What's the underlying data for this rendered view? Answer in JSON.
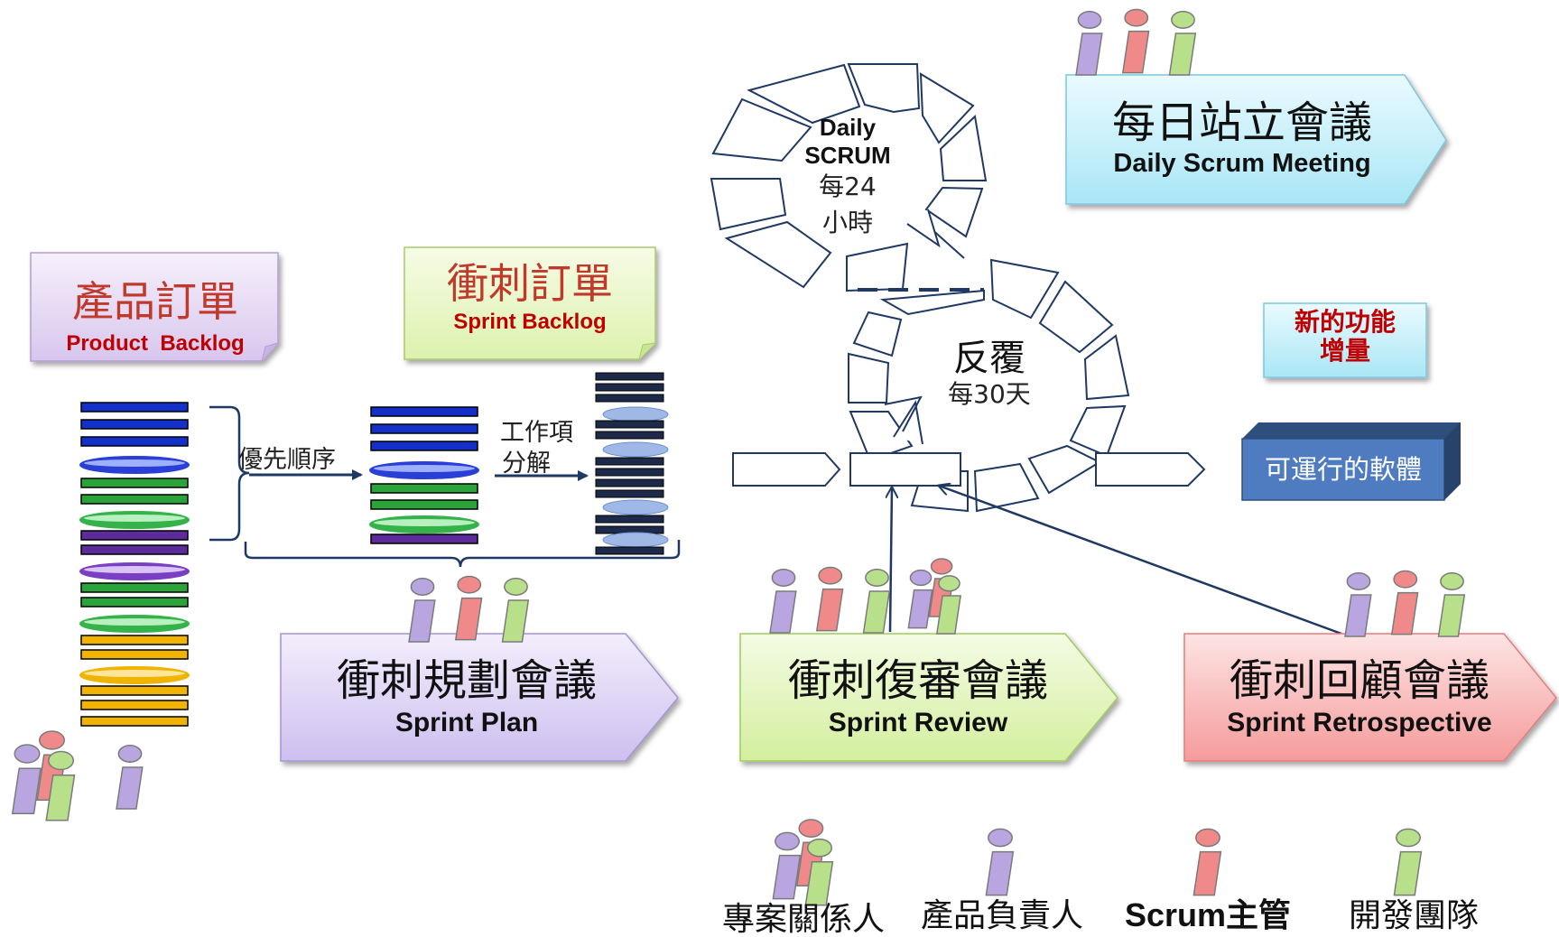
{
  "product_backlog": {
    "title": "產品訂單",
    "subtitle": "Product  Backlog"
  },
  "sprint_backlog": {
    "title": "衝刺訂單",
    "subtitle": "Sprint Backlog"
  },
  "labels": {
    "priority": "優先順序",
    "work_item": "工作項",
    "decompose": "分解",
    "new_feature_1": "新的功能",
    "new_feature_2": "增量",
    "runnable_software": "可運行的軟體"
  },
  "daily_cycle": {
    "line1": "Daily",
    "line2": "SCRUM",
    "line3": "每24",
    "line4": "小時"
  },
  "sprint_cycle": {
    "line1": "反覆",
    "line2": "每30天"
  },
  "daily_meeting": {
    "title": "每日站立會議",
    "subtitle": "Daily Scrum Meeting"
  },
  "sprint_plan": {
    "title": "衝刺規劃會議",
    "subtitle": "Sprint Plan"
  },
  "sprint_review": {
    "title": "衝刺復審會議",
    "subtitle": "Sprint Review"
  },
  "sprint_retro": {
    "title": "衝刺回顧會議",
    "subtitle": "Sprint Retrospective"
  },
  "legend": {
    "stakeholders": "專案關係人",
    "product_owner": "產品負責人",
    "scrum_master": "Scrum主管",
    "dev_team": "開發團隊"
  },
  "colors": {
    "purple_person": "#b9a6e0",
    "red_person": "#f08a8a",
    "green_person": "#b8e08a",
    "navy": "#1f3864",
    "title_red": "#c0392b"
  }
}
